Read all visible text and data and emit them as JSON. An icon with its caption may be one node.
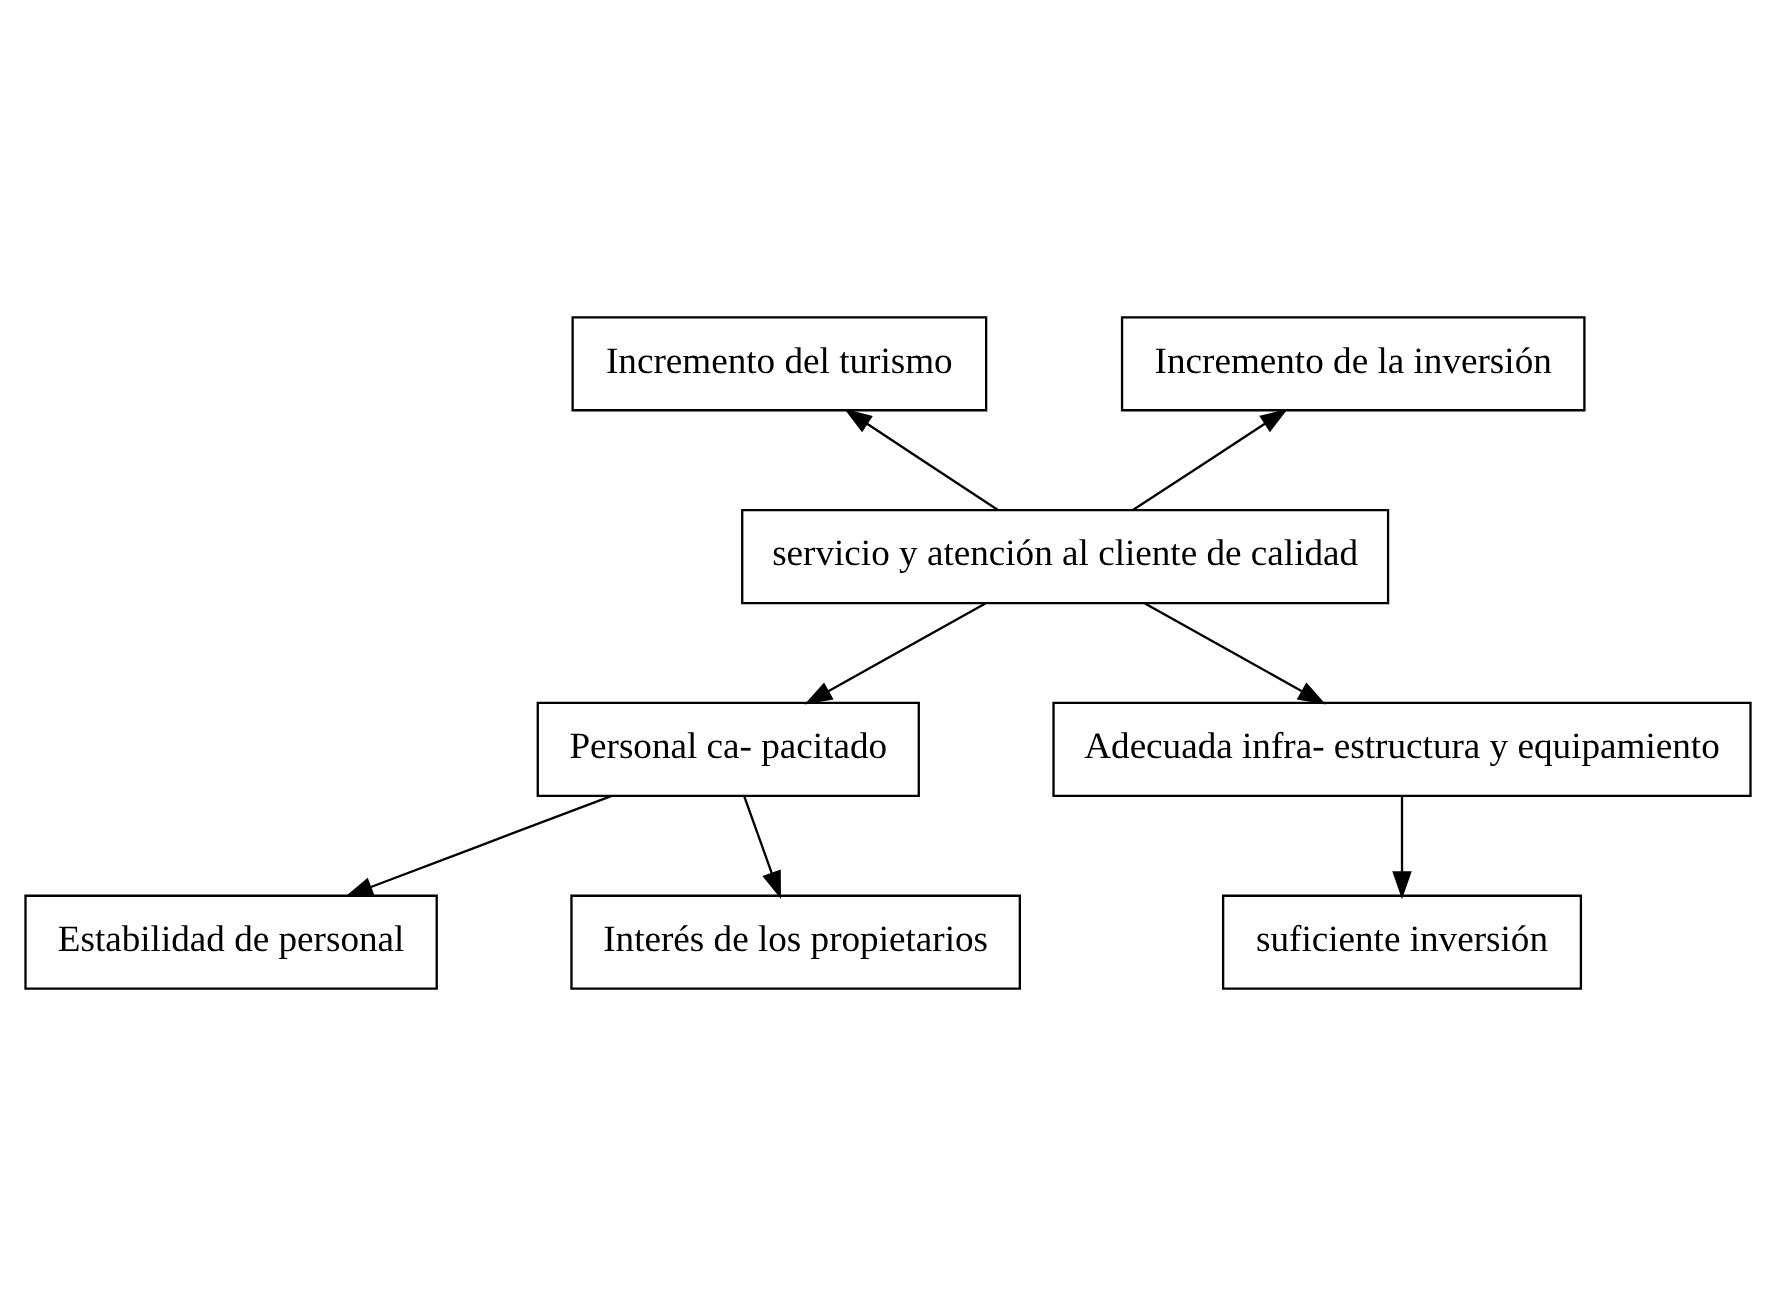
{
  "diagram": {
    "nodes": [
      {
        "text": [
          "Incremento del turismo"
        ]
      },
      {
        "text": [
          "Incremento de la inversión"
        ]
      },
      {
        "text": [
          "servicio y atención al cliente de calidad"
        ]
      },
      {
        "text": [
          "Personal ca- pacitado"
        ]
      },
      {
        "text": [
          "Adecuada infra- estructura y equipamiento"
        ]
      },
      {
        "text": [
          "Estabilidad de personal"
        ]
      },
      {
        "text": [
          "Interés de los propietarios"
        ]
      },
      {
        "text": [
          "suficiente inversión"
        ]
      }
    ],
    "edges": [
      {
        "from": 2,
        "to": 0,
        "arrow": "to"
      },
      {
        "from": 2,
        "to": 1,
        "arrow": "to"
      },
      {
        "from": 2,
        "to": 3,
        "arrow": "to"
      },
      {
        "from": 2,
        "to": 4,
        "arrow": "to"
      },
      {
        "from": 3,
        "to": 5,
        "arrow": "to"
      },
      {
        "from": 3,
        "to": 6,
        "arrow": "to"
      },
      {
        "from": 4,
        "to": 7,
        "arrow": "to"
      }
    ]
  }
}
